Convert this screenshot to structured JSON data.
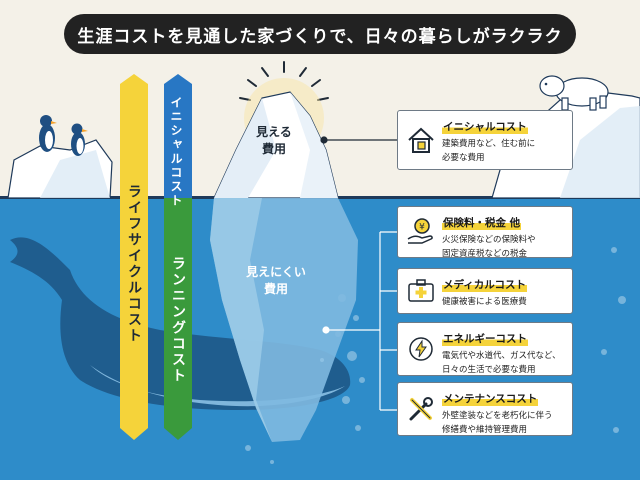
{
  "title": "生涯コストを見通した家づくりで、日々の暮らしがラクラク",
  "lifecycle_label": "ライフサイクルコスト",
  "initial_label": "イニシャルコスト",
  "running_label": "ランニングコスト",
  "iceberg": {
    "visible": [
      "見える",
      "費用"
    ],
    "hidden": [
      "見えにくい",
      "費用"
    ]
  },
  "cards": [
    {
      "icon": "house-icon",
      "title": "イニシャルコスト",
      "desc": [
        "建築費用など、住む前に",
        "必要な費用"
      ]
    },
    {
      "icon": "yen-hand-icon",
      "title": "保険料・税金 他",
      "desc": [
        "火災保険などの保険料や",
        "固定資産税などの税金"
      ]
    },
    {
      "icon": "medical-kit-icon",
      "title": "メディカルコスト",
      "desc": [
        "健康被害による医療費"
      ]
    },
    {
      "icon": "energy-bulb-icon",
      "title": "エネルギーコスト",
      "desc": [
        "電気代や水道代、ガス代など、",
        "日々の生活で必要な費用"
      ]
    },
    {
      "icon": "tools-icon",
      "title": "メンテナンスコスト",
      "desc": [
        "外壁塗装などを老朽化に伴う",
        "修繕費や維持管理費用"
      ]
    }
  ],
  "colors": {
    "sky": "#f4f1e8",
    "sea": "#2e8cc9",
    "lifecycle_arrow": "#f5d33a",
    "initial_arrow": "#2877c4",
    "running_arrow": "#3a9a3c",
    "title_bg": "#222222"
  }
}
